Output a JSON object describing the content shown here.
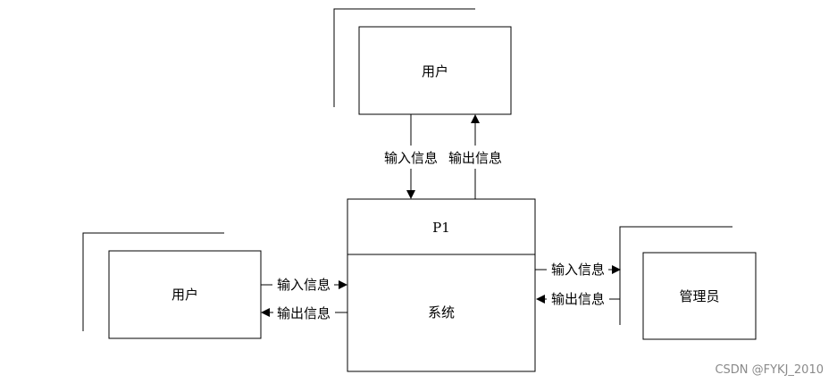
{
  "diagram": {
    "top_entity": {
      "label": "用户"
    },
    "left_entity": {
      "label": "用户"
    },
    "right_entity": {
      "label": "管理员"
    },
    "process": {
      "id": "P1",
      "name": "系统"
    },
    "flows": {
      "top_in": "输入信息",
      "top_out": "输出信息",
      "left_in": "输入信息",
      "left_out": "输出信息",
      "right_in": "输入信息",
      "right_out": "输出信息"
    }
  },
  "watermark": "CSDN @FYKJ_2010"
}
